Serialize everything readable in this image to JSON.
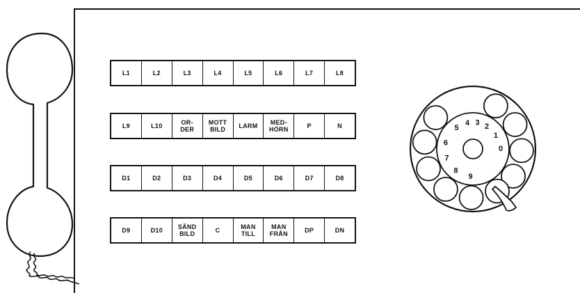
{
  "keypad": {
    "rows": [
      [
        "L1",
        "L2",
        "L3",
        "L4",
        "L5",
        "L6",
        "L7",
        "L8"
      ],
      [
        "L9",
        "L10",
        "OR-\nDER",
        "MOTT\nBILD",
        "LARM",
        "MED-\nHÖRN",
        "P",
        "N"
      ],
      [
        "D1",
        "D2",
        "D3",
        "D4",
        "D5",
        "D6",
        "D7",
        "D8"
      ],
      [
        "D9",
        "D10",
        "SÄND\nBILD",
        "C",
        "MAN\nTILL",
        "MAN\nFRÅN",
        "DP",
        "DN"
      ]
    ]
  },
  "dial": {
    "digits": [
      "1",
      "2",
      "3",
      "4",
      "5",
      "6",
      "7",
      "8",
      "9",
      "0"
    ]
  }
}
